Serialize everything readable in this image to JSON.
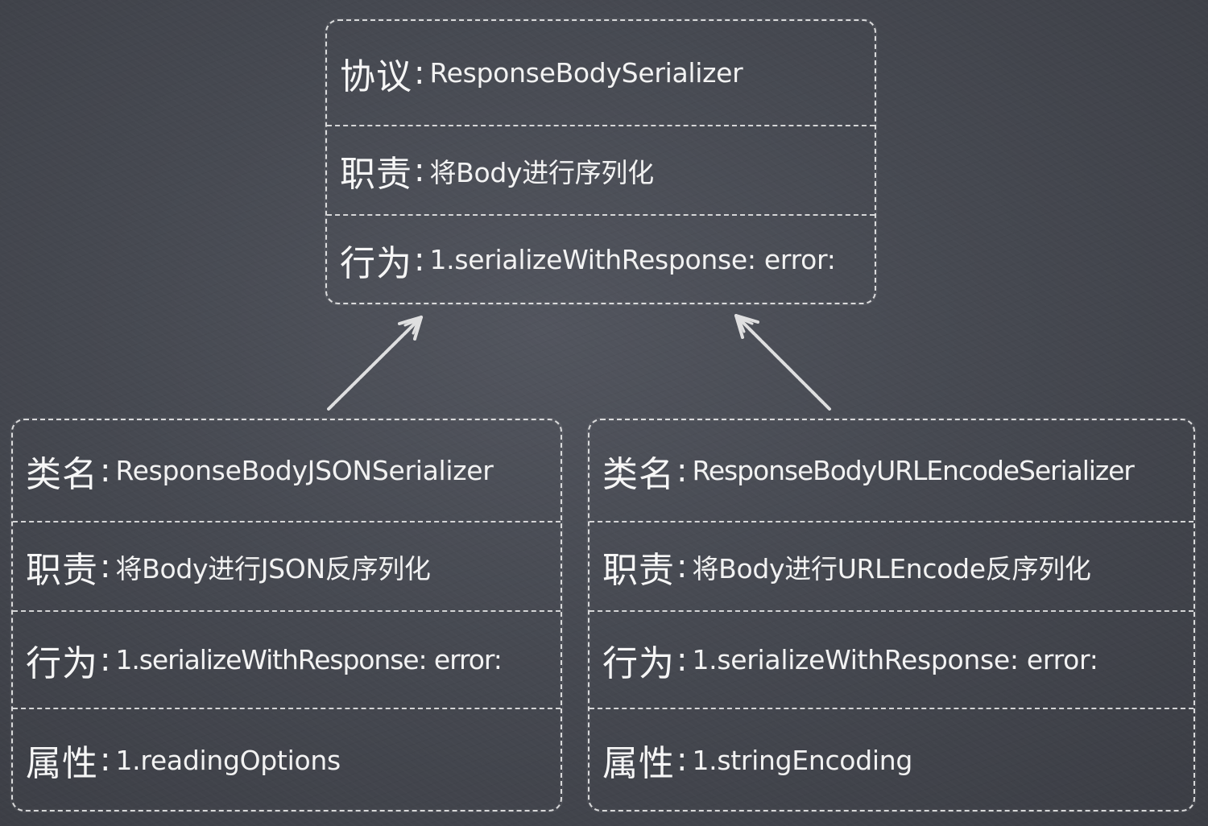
{
  "protocol_box": {
    "protocol_key": "协议",
    "protocol_value": "ResponseBodySerializer",
    "duty_key": "职责",
    "duty_value": "将Body进行序列化",
    "behavior_key": "行为",
    "behavior_value": "1.serializeWithResponse: error:"
  },
  "json_class_box": {
    "class_key": "类名",
    "class_value": "ResponseBodyJSONSerializer",
    "duty_key": "职责",
    "duty_value": "将Body进行JSON反序列化",
    "behavior_key": "行为",
    "behavior_value": "1.serializeWithResponse: error:",
    "property_key": "属性",
    "property_value": "1.readingOptions"
  },
  "urlencode_class_box": {
    "class_key": "类名",
    "class_value": "ResponseBodyURLEncodeSerializer",
    "duty_key": "职责",
    "duty_value": "将Body进行URLEncode反序列化",
    "behavior_key": "行为",
    "behavior_value": "1.serializeWithResponse: error:",
    "property_key": "属性",
    "property_value": "1.stringEncoding"
  },
  "colors": {
    "background": "#474a52",
    "chalk": "#eeeeee"
  }
}
